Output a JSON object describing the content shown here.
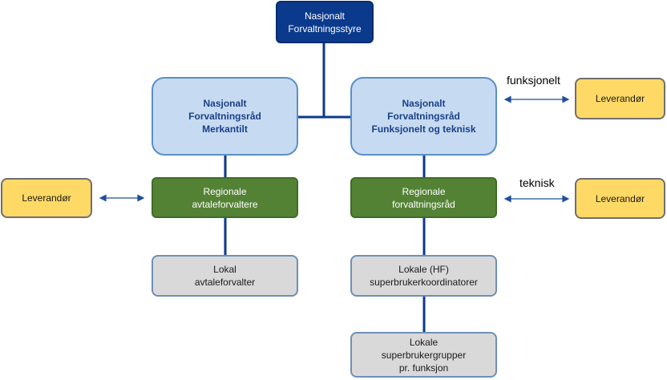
{
  "colors": {
    "navy": "#0b3a8c",
    "light_blue": "#c6dbf1",
    "green": "#548235",
    "grey": "#d9d9d9",
    "yellow": "#ffd966",
    "connector": "#0b3a8c",
    "arrow": "#1f4e9c"
  },
  "nodes": {
    "styre": {
      "lines": [
        "Nasjonalt",
        "Forvaltningsstyre"
      ]
    },
    "merkantilt": {
      "lines": [
        "Nasjonalt",
        "Forvaltningsråd",
        "Merkantilt"
      ]
    },
    "funksjonelt": {
      "lines": [
        "Nasjonalt",
        "Forvaltningsråd",
        "Funksjonelt og teknisk"
      ]
    },
    "avtaleforvaltere": {
      "lines": [
        "Regionale",
        "avtaleforvaltere"
      ]
    },
    "forvaltningsrad": {
      "lines": [
        "Regionale",
        "forvaltningsråd"
      ]
    },
    "lokal_avtale": {
      "lines": [
        "Lokal",
        "avtaleforvalter"
      ]
    },
    "lokale_hf": {
      "lines": [
        "Lokale (HF)",
        "superbrukerkoordinatorer"
      ]
    },
    "lokale_grupper": {
      "lines": [
        "Lokale",
        "superbrukergrupper",
        "pr. funksjon"
      ]
    },
    "lev_left": {
      "lines": [
        "Leverandør"
      ]
    },
    "lev_top_right": {
      "lines": [
        "Leverandør"
      ]
    },
    "lev_bottom_right": {
      "lines": [
        "Leverandør"
      ]
    }
  },
  "edge_labels": {
    "funksjonelt": "funksjonelt",
    "teknisk": "teknisk"
  }
}
